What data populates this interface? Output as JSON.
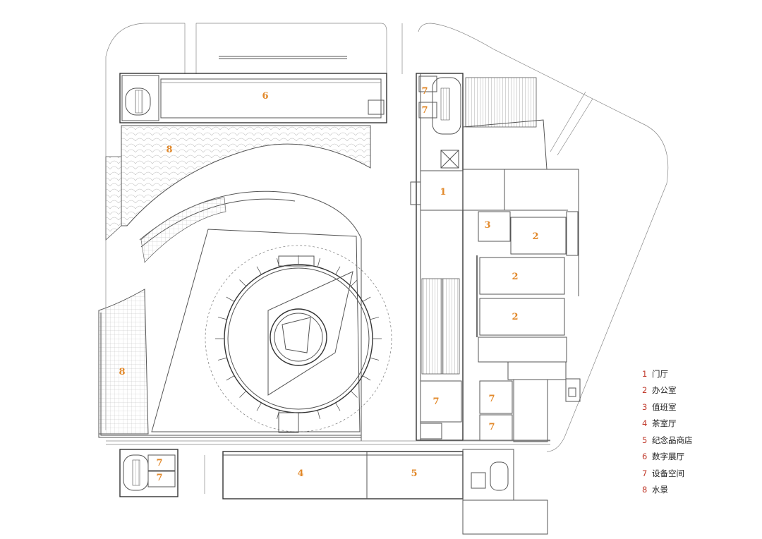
{
  "rooms": [
    {
      "id": "r6",
      "num": "6"
    },
    {
      "id": "r8a",
      "num": "8"
    },
    {
      "id": "r8b",
      "num": "8"
    },
    {
      "id": "r7a",
      "num": "7"
    },
    {
      "id": "r7b",
      "num": "7"
    },
    {
      "id": "r1",
      "num": "1"
    },
    {
      "id": "r3",
      "num": "3"
    },
    {
      "id": "r2a",
      "num": "2"
    },
    {
      "id": "r2b",
      "num": "2"
    },
    {
      "id": "r2c",
      "num": "2"
    },
    {
      "id": "r7c",
      "num": "7"
    },
    {
      "id": "r7d",
      "num": "7"
    },
    {
      "id": "r7e",
      "num": "7"
    },
    {
      "id": "r7f",
      "num": "7"
    },
    {
      "id": "r7g",
      "num": "7"
    },
    {
      "id": "r4",
      "num": "4"
    },
    {
      "id": "r5",
      "num": "5"
    }
  ],
  "legend": [
    {
      "num": "1",
      "label": "门厅"
    },
    {
      "num": "2",
      "label": "办公室"
    },
    {
      "num": "3",
      "label": "值班室"
    },
    {
      "num": "4",
      "label": "茶室厅"
    },
    {
      "num": "5",
      "label": "纪念品商店"
    },
    {
      "num": "6",
      "label": "数字展厅"
    },
    {
      "num": "7",
      "label": "设备空间"
    },
    {
      "num": "8",
      "label": "水景"
    }
  ]
}
